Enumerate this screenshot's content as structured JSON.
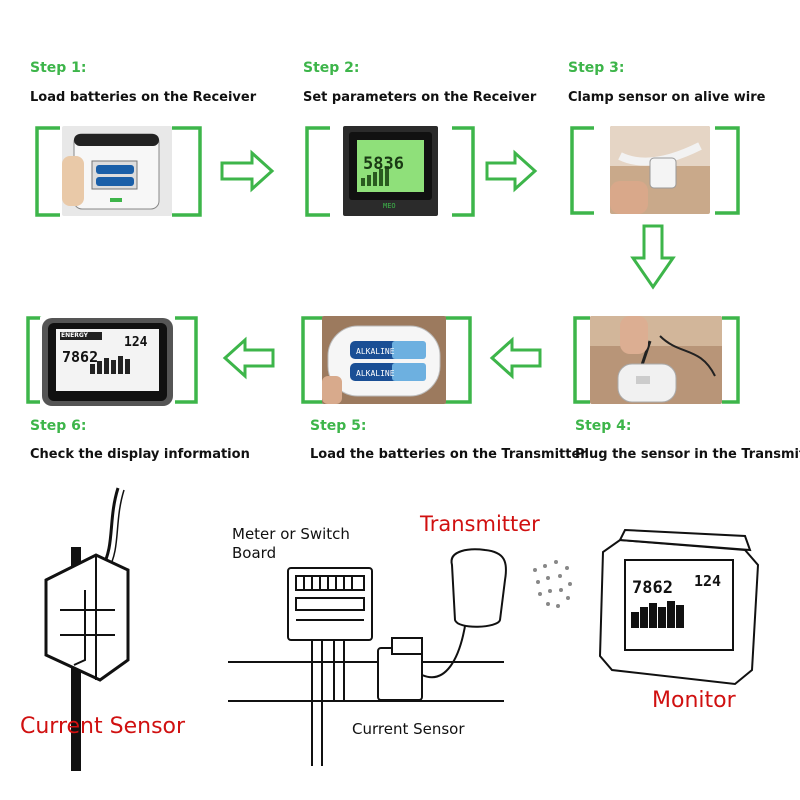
{
  "steps": [
    {
      "title": "Step 1:",
      "desc": "Load batteries on the Receiver"
    },
    {
      "title": "Step 2:",
      "desc": "Set parameters on the Receiver"
    },
    {
      "title": "Step 3:",
      "desc": "Clamp sensor on alive wire"
    },
    {
      "title": "Step 4:",
      "desc": "Plug the sensor in the Transmitter"
    },
    {
      "title": "Step 5:",
      "desc": "Load the batteries on the Transmitter"
    },
    {
      "title": "Step 6:",
      "desc": "Check the display information"
    }
  ],
  "screens": {
    "receiver_reading": "5836",
    "display_reading": "7862",
    "display_secondary": "124",
    "display_brand": "ENERGY",
    "monitor_reading": "7862",
    "monitor_secondary": "124"
  },
  "diagram": {
    "current_sensor_left": "Current Sensor",
    "meter_label": "Meter or Switch Board",
    "transmitter_label": "Transmitter",
    "current_sensor_bottom": "Current Sensor",
    "monitor_label": "Monitor"
  },
  "colors": {
    "accent_green": "#3db54a",
    "label_red": "#d01010"
  }
}
